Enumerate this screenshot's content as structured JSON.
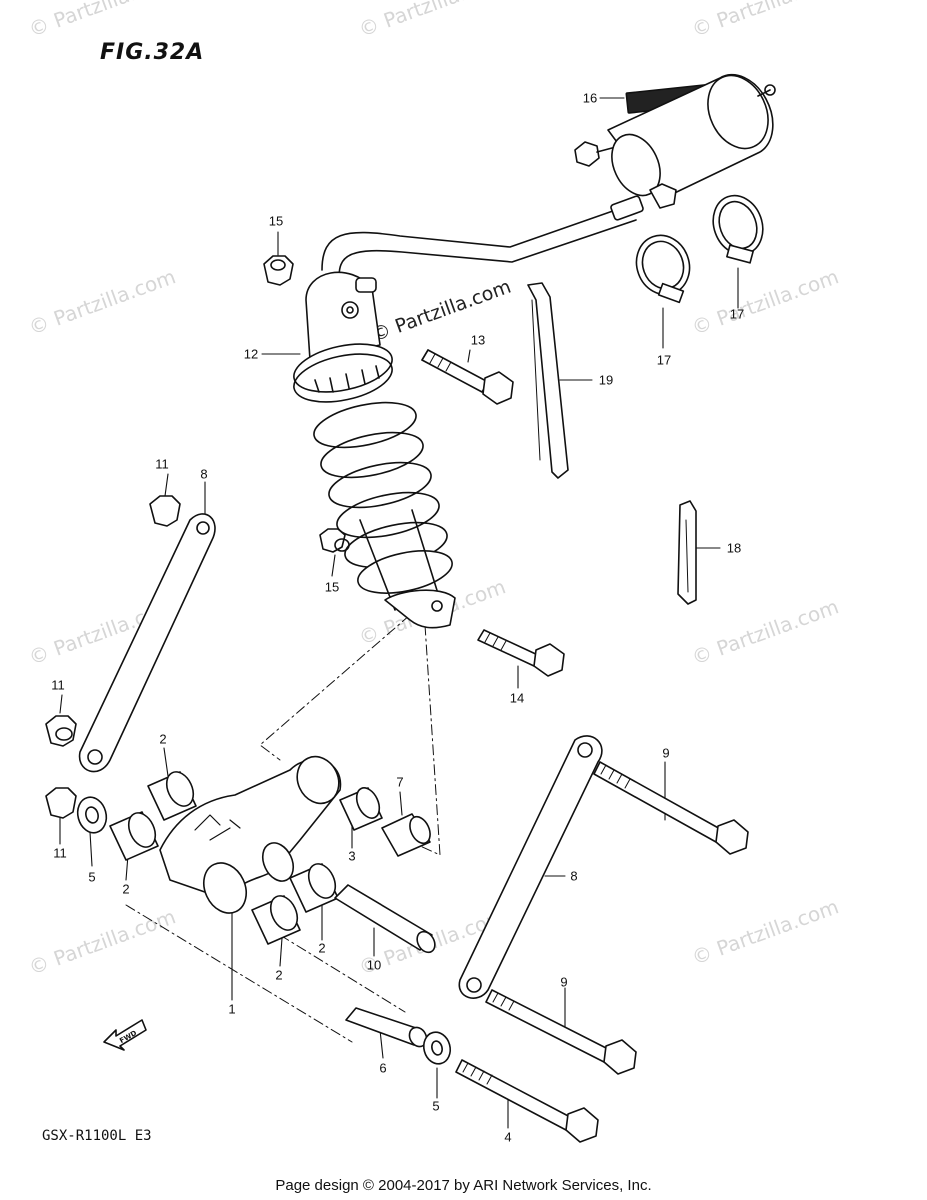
{
  "figure": {
    "title": "FIG.32A",
    "model": "GSX-R1100L  E3",
    "footer": "Page design © 2004-2017 by ARI Network Services, Inc.",
    "watermark": "© Partzilla.com",
    "watermark_main": "© Partzilla.com",
    "fwd_label": "FWD"
  },
  "callouts": [
    {
      "id": "c16",
      "label": "16"
    },
    {
      "id": "c15a",
      "label": "15"
    },
    {
      "id": "c12",
      "label": "12"
    },
    {
      "id": "c13",
      "label": "13"
    },
    {
      "id": "c19",
      "label": "19"
    },
    {
      "id": "c17a",
      "label": "17"
    },
    {
      "id": "c17b",
      "label": "17"
    },
    {
      "id": "c11a",
      "label": "11"
    },
    {
      "id": "c8a",
      "label": "8"
    },
    {
      "id": "c18",
      "label": "18"
    },
    {
      "id": "c15b",
      "label": "15"
    },
    {
      "id": "c11b",
      "label": "11"
    },
    {
      "id": "c14",
      "label": "14"
    },
    {
      "id": "c2a",
      "label": "2"
    },
    {
      "id": "c7",
      "label": "7"
    },
    {
      "id": "c9a",
      "label": "9"
    },
    {
      "id": "c3",
      "label": "3"
    },
    {
      "id": "c11c",
      "label": "11"
    },
    {
      "id": "c5a",
      "label": "5"
    },
    {
      "id": "c2b",
      "label": "2"
    },
    {
      "id": "c8b",
      "label": "8"
    },
    {
      "id": "c2c",
      "label": "2"
    },
    {
      "id": "c10",
      "label": "10"
    },
    {
      "id": "c2d",
      "label": "2"
    },
    {
      "id": "c9b",
      "label": "9"
    },
    {
      "id": "c1",
      "label": "1"
    },
    {
      "id": "c6",
      "label": "6"
    },
    {
      "id": "c5b",
      "label": "5"
    },
    {
      "id": "c4",
      "label": "4"
    }
  ]
}
